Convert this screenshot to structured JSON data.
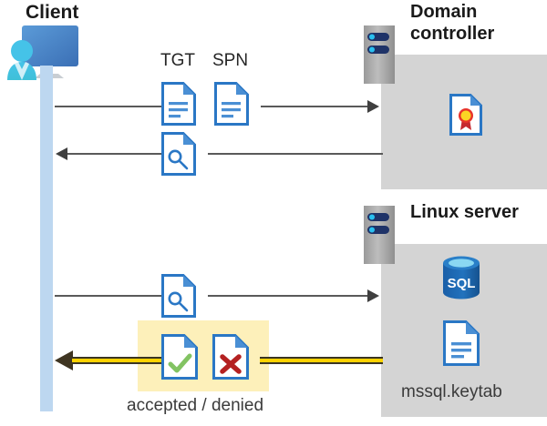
{
  "diagram": {
    "type": "kerberos-authentication-flow",
    "client": {
      "title": "Client",
      "icon": "user-computer-icon"
    },
    "domain_controller": {
      "title": "Domain\ncontroller",
      "title_line1": "Domain",
      "title_line2": "controller",
      "server_icon": "server-rack-icon",
      "content_icon": "certificate-document-icon"
    },
    "linux_server": {
      "title": "Linux server",
      "server_icon": "server-rack-icon",
      "database_icon": "sql-database-icon",
      "database_label": "SQL",
      "file_icon": "text-document-icon",
      "file_label": "mssql.keytab"
    },
    "messages": [
      {
        "id": "tgt-spn-request",
        "label_1": "TGT",
        "label_2": "SPN",
        "direction": "client-to-dc",
        "icons": [
          "document-icon",
          "document-icon"
        ]
      },
      {
        "id": "ticket-response",
        "label": "",
        "direction": "dc-to-client",
        "icons": [
          "key-document-icon"
        ]
      },
      {
        "id": "service-ticket-request",
        "label": "",
        "direction": "client-to-linux",
        "icons": [
          "key-document-icon"
        ]
      },
      {
        "id": "auth-result",
        "label": "accepted / denied",
        "direction": "linux-to-client",
        "icons": [
          "accepted-document-icon",
          "denied-document-icon"
        ]
      }
    ],
    "labels": {
      "tgt": "TGT",
      "spn": "SPN",
      "accepted_denied": "accepted / denied",
      "keytab": "mssql.keytab",
      "sql": "SQL"
    },
    "colors": {
      "panel_gray": "#d4d4d4",
      "lifeline_blue": "#bdd7f0",
      "highlight_yellow": "#fdf0ba",
      "arrow_yellow": "#ffd200",
      "doc_blue": "#2a77c5",
      "accept_green": "#82c362",
      "deny_red": "#b42121",
      "sql_blue": "#1c63a8",
      "line_gray": "#595959"
    }
  }
}
